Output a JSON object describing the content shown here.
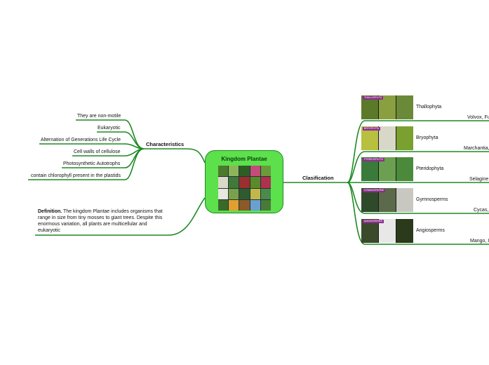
{
  "center": {
    "title": "Kingdom Plantae"
  },
  "characteristics": {
    "title": "Characteristics",
    "items": [
      "They are non-motile",
      "Eukaryotic",
      "Alternation of Generations Life Cycle",
      "Cell walls of cellulose",
      "Photosynthetic Autotrophs",
      "contain chlorophyll present in the plastids"
    ]
  },
  "definition": {
    "label": "Definition.",
    "text": " The kingdom Plantae includes organisms that range in size from tiny mosses to giant trees. Despite this enormous variation, all plants are multicellular and eukaryotic"
  },
  "classification": {
    "title": "Clasification",
    "groups": [
      {
        "name": "Thallophyta",
        "tag": "THALLOPHYTA",
        "example": "Volvox, Fu"
      },
      {
        "name": "Bryophyta",
        "tag": "BRYOPHYTA",
        "example": "Marchantia,"
      },
      {
        "name": "Pteridophyta",
        "tag": "PTERIDOPHYTA",
        "example": "Selagine"
      },
      {
        "name": "Gymnosperms",
        "tag": "GYMNOSPERMS",
        "example": "Cycas,"
      },
      {
        "name": "Angiosperms",
        "tag": "ANGIOSPERMS",
        "example": "Mango, I"
      }
    ]
  },
  "colors": {
    "branch": "#1d8a24",
    "center_fill": "#5ce04b"
  }
}
